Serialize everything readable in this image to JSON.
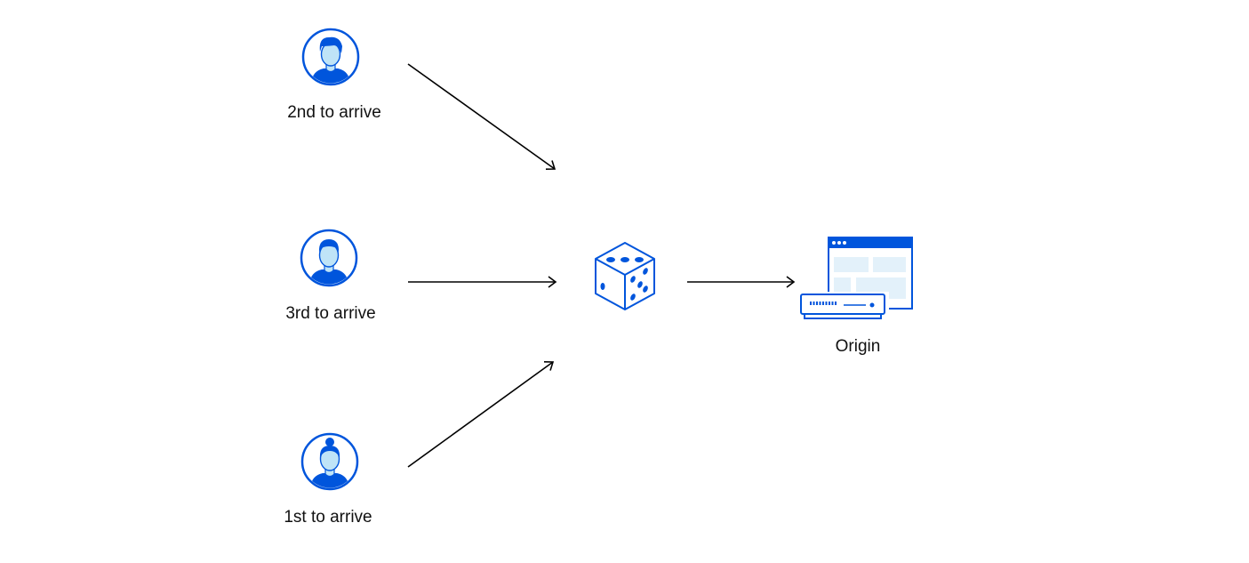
{
  "users": [
    {
      "label": "2nd to arrive",
      "icon": "man-avatar-icon"
    },
    {
      "label": "3rd to arrive",
      "icon": "man-avatar-icon"
    },
    {
      "label": "1st to arrive",
      "icon": "woman-avatar-icon"
    }
  ],
  "balancer": {
    "icon": "dice-icon"
  },
  "origin": {
    "label": "Origin",
    "icon": "server-browser-icon"
  },
  "colors": {
    "primary": "#0055DC",
    "light": "#BFE4F7",
    "panel": "#E3F1FA",
    "arrow": "#000000"
  }
}
